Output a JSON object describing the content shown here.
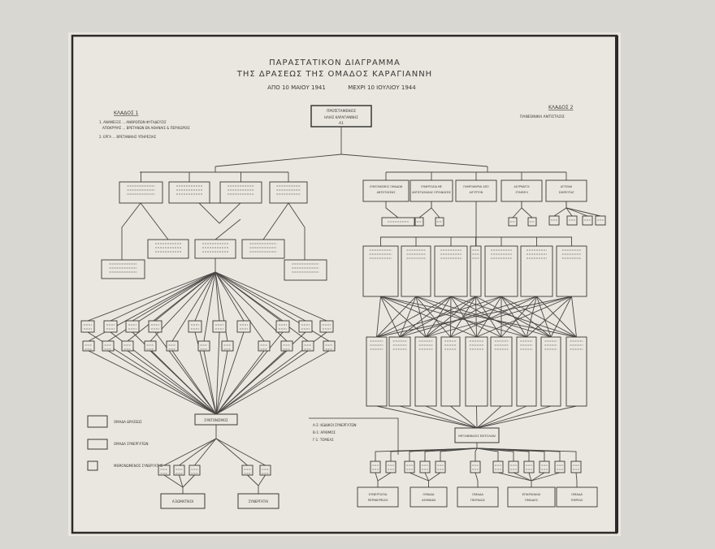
{
  "title": {
    "line1": "ΠΑΡΑΣΤΑΤΙΚΟΝ ΔΙΑΓΡΑΜΜΑ",
    "line2": "ΤΗΣ ΔΡΑΣΕΩΣ ΤΗΣ ΟΜΑΔΟΣ ΚΑΡΑΓΙΑΝΝΗ",
    "line3a": "ΑΠΟ 10 ΜΑΙΟΥ 1941",
    "line3b": "ΜΕΧΡΙ 10 ΙΟΥΛΙΟΥ 1944"
  },
  "top_box": {
    "line1": "ΠΡΟΪΣΤΑΜΕΝΟΣ",
    "line2": "ΗΛΙΑΣ ΚΑΡΑΓΙΑΝΝΗΣ",
    "line3": "Α1"
  },
  "branch1": {
    "heading": "ΚΛΑΔΟΣ 1",
    "note1a": "1. ΑΝΑΜΕΙΞΙΣ ... ΑΝΘΡΩΠΩΝ ΦΥΓΑΔΕΥΣΙΣ",
    "note1b": "ΑΠΟΚΡΥΨΙΣ ... ΒΡΕΤΑΝΩΝ ΕΝ ΑΘΗΝΑΙΣ & ΠΕΡΙΧΩΡΟΙΣ",
    "note2": "2. ΕΡΓΑ ... ΒΡΕΤΑΝΙΚΗΣ ΥΠΗΡΕΣΙΑΣ",
    "mid_box": "ΣΥΝΤΟΝΙΣΜΟΣ",
    "bottom_left": "ΑΞΙΩΜΑΤΙΚΟΙ",
    "bottom_right": "ΣΥΝΕΡΓΑΤΑΙ"
  },
  "branch2": {
    "heading": "ΚΛΑΔΟΣ 2",
    "subheading": "ΠΑΝΕΘΝΙΚΗ ΑΝΤΙΣΤΑΣΙΣ",
    "top_boxes": [
      "ΣΥΝΤΟΝΙΣΜΟΣ ΟΜΑΔΩΝ ΑΝΤΙΣΤΑΣΕΩΣ",
      "ΣΥΝΕΡΓΑΣΙΑ ΜΕ ΑΝΤΙΣΤΑΣΙΑΚΑΣ ΟΡΓΑΝΩΣΕΙΣ",
      "ΠΛΗΡΟΦΟΡΙΑΙ ΑΠΟ ΑΙΓΥΠΤΟΝ",
      "ΑΣΥΡΜΑΤΟΙ ΣΤΑΘΜΟΙ",
      "ΑΓΓΕΛΙΑΙ ΣΑΜΠΟΤΑΖ"
    ],
    "coord_box": "ΜΕΤΑΒΙΒΑΣΙΣ ΕΝΤΟΛΩΝ",
    "bottom_boxes": [
      "ΣΥΝΕΡΓΑΤΑΙ ΠΕΡΙΦΕΡΕΙΑΣ",
      "ΟΜΑΔΑ ΑΘΗΝΩΝ",
      "ΟΜΑΔΑ ΠΕΙΡΑΙΩΣ",
      "ΕΠΑΡΧΙΑΚΑΙ ΟΜΑΔΕΣ",
      "ΟΜΑΔΑ ΠΙΕΡΙΑΣ"
    ]
  },
  "legend": {
    "item1": "ΟΜΑΔΑ ΔΡΑΣΕΩΣ",
    "item2": "ΟΜΑΔΑ ΣΥΝΕΡΓΑΤΩΝ",
    "item3": "ΜΕΜΟΝΩΜΕΝΟΣ ΣΥΝΕΡΓΑΤΗΣ"
  },
  "code_note": {
    "line1": "Α-Σ: ΚΩΔΙΚΟΙ ΣΥΝΕΡΓΑΤΩΝ",
    "line2": "Β-1: ΑΡΙΘΜΟΣ",
    "line3": "Γ-1: ΤΟΜΕΑΣ"
  },
  "colors": {
    "paper": "#e9e7e0",
    "ink": "#3a3835",
    "mat": "#d9d7d1"
  }
}
